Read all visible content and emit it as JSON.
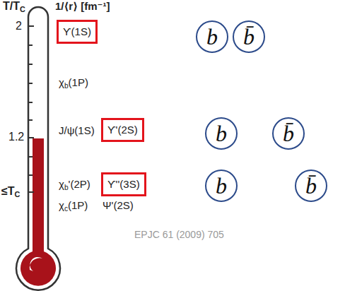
{
  "diagram": {
    "nodes": [
      {
        "text": [
          "ϒ(1S)"
        ]
      },
      {
        "text": [
          "b"
        ]
      },
      {
        "text": [
          "b̄"
        ]
      },
      {
        "text": [
          "ϒ'(2S)"
        ]
      },
      {
        "text": [
          "b"
        ]
      },
      {
        "text": [
          "b̄"
        ]
      },
      {
        "text": [
          "ϒ''(3S)"
        ]
      },
      {
        "text": [
          "b"
        ]
      },
      {
        "text": [
          "b̄"
        ]
      }
    ],
    "labels": [
      "T/T",
      "C",
      "1/⟨r⟩ [fm⁻¹]",
      "2",
      "1.2",
      "≤T",
      "C",
      "χ",
      "b",
      "(1P)",
      "J/ψ(1S)",
      "χ",
      "b",
      "'(2P)",
      "χ",
      "c",
      "(1P)",
      "Ψ'(2S)",
      "EPJC 61 (2009) 705"
    ]
  }
}
